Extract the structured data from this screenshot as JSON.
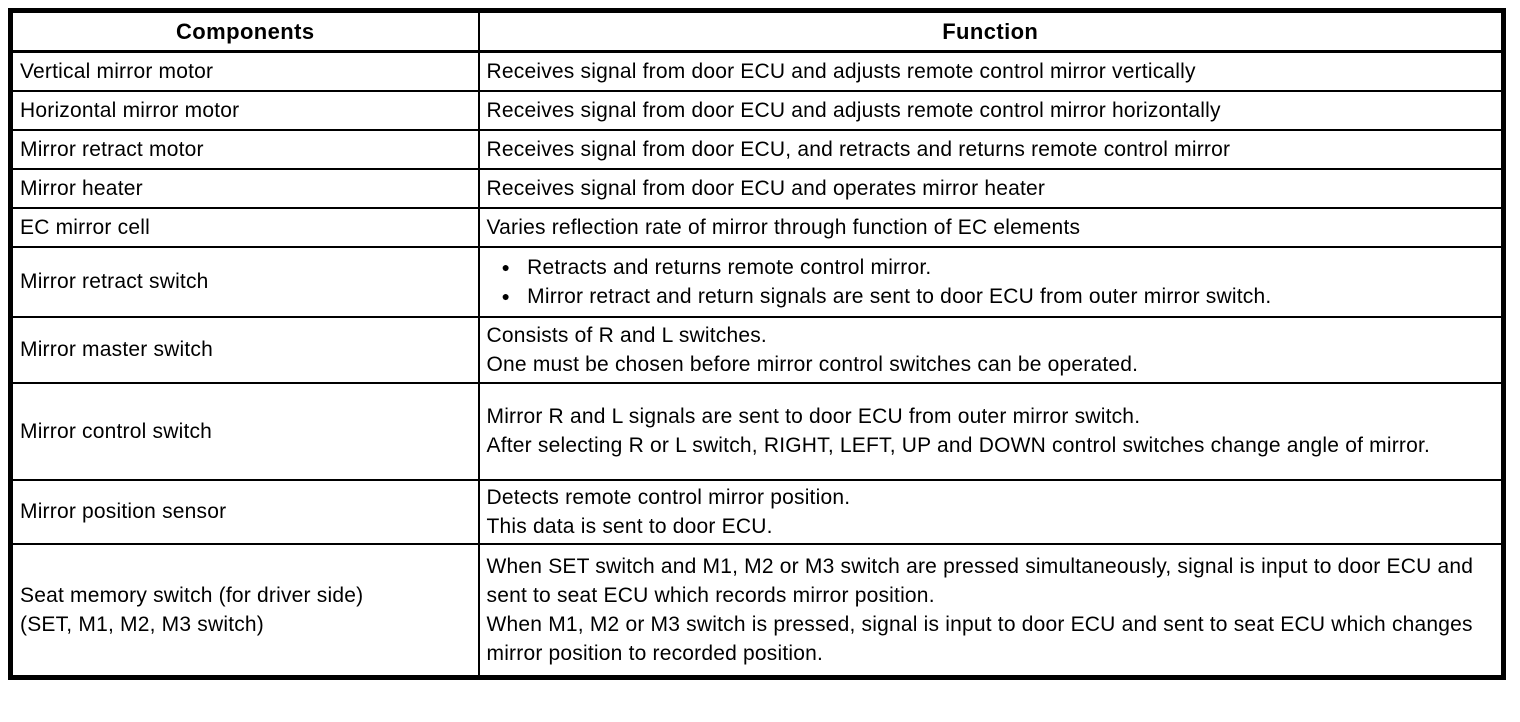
{
  "page": {
    "background_color": "#ffffff",
    "text_color": "#000000",
    "border_color": "#000000"
  },
  "glyphs": {
    "bullet": "●"
  },
  "table": {
    "headers": {
      "components": "Components",
      "function": "Function"
    },
    "rows": [
      {
        "component_lines": [
          "Vertical mirror motor"
        ],
        "function_lines": [
          "Receives signal from door ECU and adjusts remote control mirror vertically"
        ]
      },
      {
        "component_lines": [
          "Horizontal mirror motor"
        ],
        "function_lines": [
          "Receives signal from door ECU and adjusts remote control mirror horizontally"
        ]
      },
      {
        "component_lines": [
          "Mirror retract motor"
        ],
        "function_lines": [
          "Receives signal from door ECU, and retracts and returns remote control mirror"
        ]
      },
      {
        "component_lines": [
          "Mirror heater"
        ],
        "function_lines": [
          "Receives signal from door ECU and operates mirror heater"
        ]
      },
      {
        "component_lines": [
          "EC mirror cell"
        ],
        "function_lines": [
          "Varies reflection rate of mirror through function of EC elements"
        ]
      },
      {
        "component_lines": [
          "Mirror retract switch"
        ],
        "function_bullets": [
          "Retracts and returns remote control mirror.",
          "Mirror retract and return signals are sent to door ECU from outer mirror switch."
        ]
      },
      {
        "component_lines": [
          "Mirror master switch"
        ],
        "function_lines": [
          "Consists of R and L switches.",
          "One must be chosen before mirror control switches can be operated."
        ]
      },
      {
        "component_lines": [
          "Mirror control switch"
        ],
        "function_lines": [
          "Mirror R and L signals are sent to door ECU from outer mirror switch.",
          "After selecting R or L switch, RIGHT, LEFT, UP and DOWN control switches change angle of mirror."
        ]
      },
      {
        "component_lines": [
          "Mirror position sensor"
        ],
        "function_lines": [
          "Detects remote control mirror position.",
          "This data is sent to door ECU."
        ]
      },
      {
        "component_lines": [
          "Seat memory switch (for driver side)",
          "(SET, M1, M2, M3 switch)"
        ],
        "function_lines": [
          "When SET switch and M1, M2 or M3 switch are pressed simultaneously, signal is input to door ECU and sent to seat ECU which records mirror position.",
          "When M1, M2 or M3 switch is pressed, signal is input to door ECU and sent to seat ECU which changes mirror position to recorded position."
        ]
      }
    ]
  }
}
